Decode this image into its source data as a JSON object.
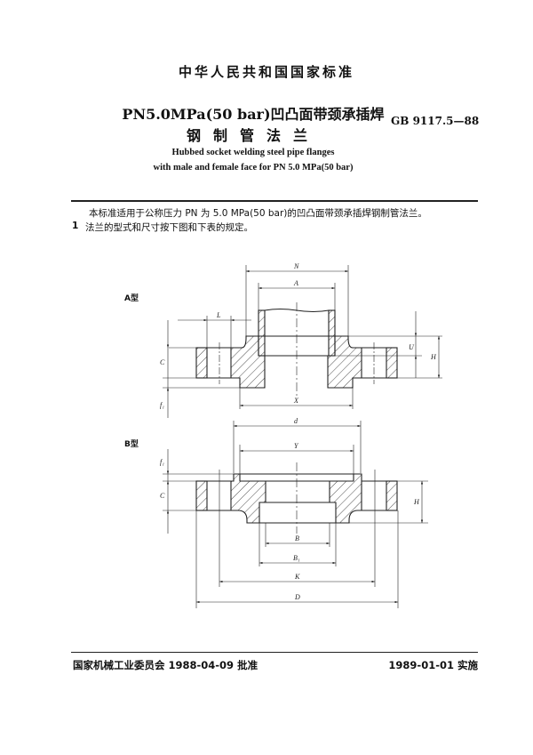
{
  "header": {
    "standard_type": "中华人民共和国国家标准",
    "title_line1": "PN5.0MPa(50 bar)凹凸面带颈承插焊",
    "title_line2": "钢制管法兰",
    "code": "GB 9117.5—88",
    "english_line1": "Hubbed socket welding steel pipe flanges",
    "english_line2": "with male and female face for PN 5.0 MPa(50 bar)"
  },
  "body": {
    "intro": "本标准适用于公称压力 PN 为 5.0 MPa(50 bar)的凹凸面带颈承插焊钢制管法兰。",
    "clause_number": "1",
    "clause_text": "法兰的型式和尺寸按下图和下表的规定。"
  },
  "figure": {
    "type_a_label": "A型",
    "type_b_label": "B型",
    "dims_a": {
      "N": "N",
      "A": "A",
      "L": "L",
      "C": "C",
      "U": "U",
      "H": "H",
      "X": "X",
      "f1": "f₁",
      "d": "d"
    },
    "dims_b": {
      "Y": "Y",
      "f1": "f₁",
      "C": "C",
      "H": "H",
      "B": "B",
      "B1": "B₁",
      "K": "K",
      "D": "D"
    }
  },
  "footer": {
    "approval": "国家机械工业委员会 1988-04-09 批准",
    "implementation": "1989-01-01 实施"
  }
}
